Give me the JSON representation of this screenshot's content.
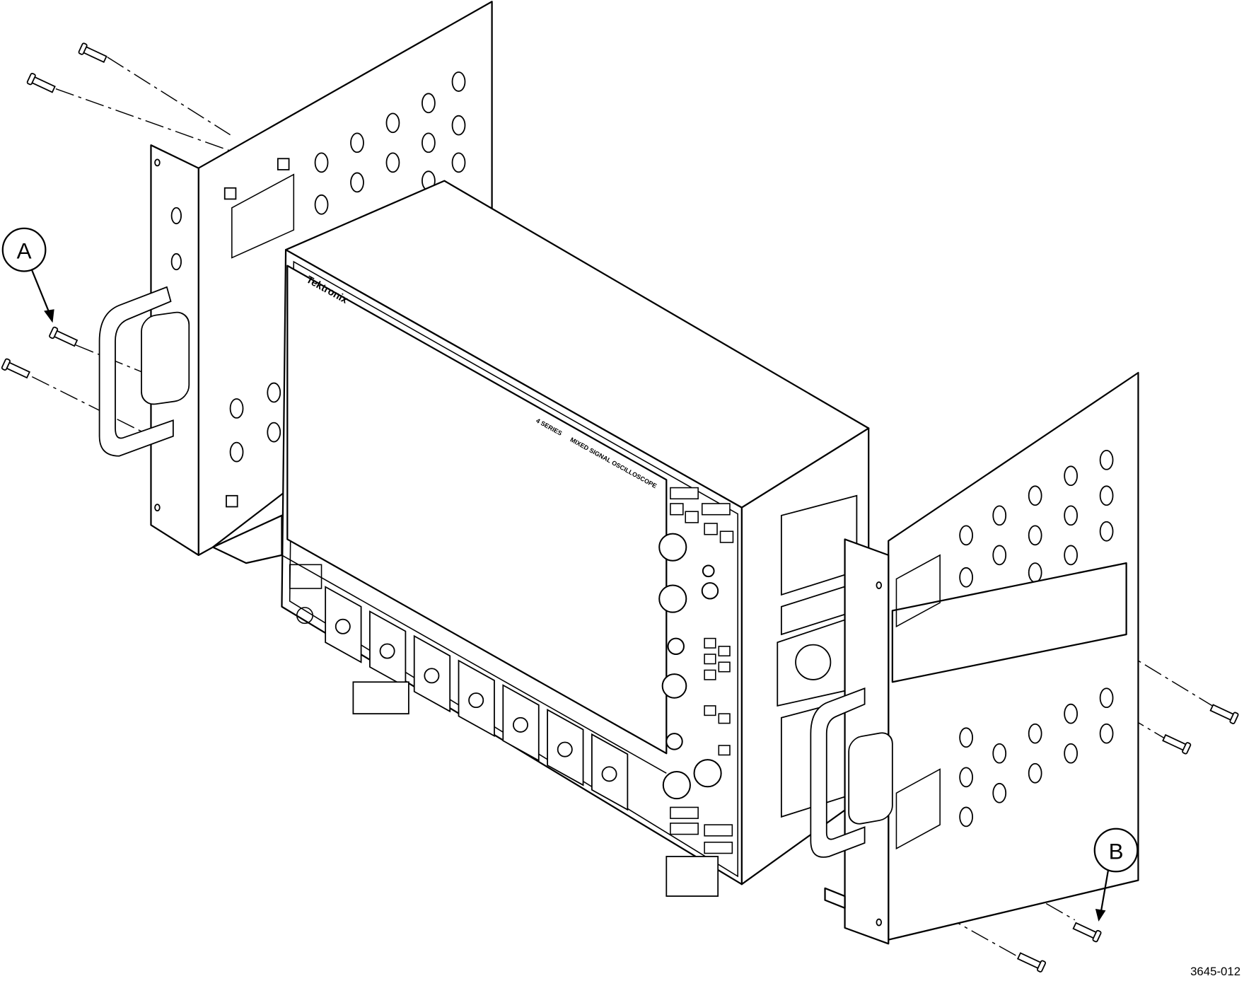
{
  "callouts": {
    "a": "A",
    "b": "B"
  },
  "figure_id": "3645-012",
  "instrument": {
    "brand": "Tektronix",
    "series": "4 SERIES",
    "model_text": "MIXED SIGNAL OSCILLOSCOPE"
  },
  "colors": {
    "line": "#000000",
    "background": "#ffffff"
  }
}
